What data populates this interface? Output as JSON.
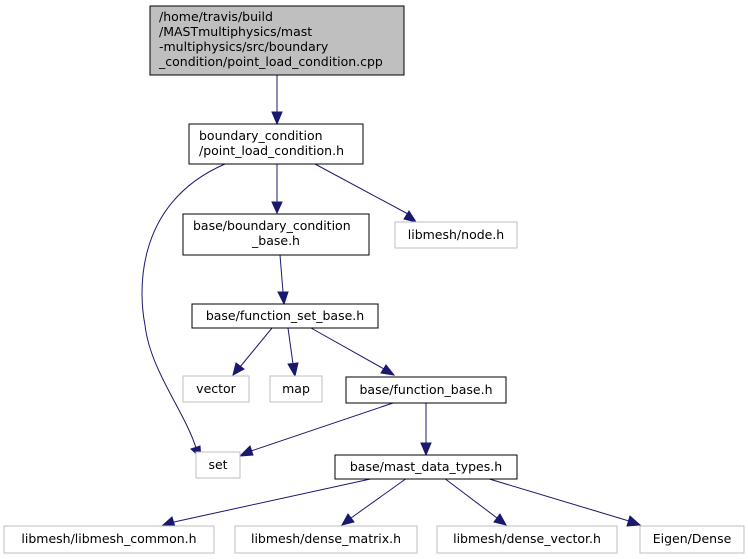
{
  "nodes": {
    "root": {
      "lines": [
        "/home/travis/build",
        "/MASTmultiphysics/mast",
        "-multiphysics/src/boundary",
        "_condition/point_load_condition.cpp"
      ]
    },
    "point_load_h": {
      "lines": [
        "boundary_condition",
        "/point_load_condition.h"
      ]
    },
    "bc_base_h": {
      "lines": [
        "base/boundary_condition",
        "_base.h"
      ]
    },
    "node_h": {
      "lines": [
        "libmesh/node.h"
      ]
    },
    "function_set_base_h": {
      "lines": [
        "base/function_set_base.h"
      ]
    },
    "vector": {
      "lines": [
        "vector"
      ]
    },
    "map": {
      "lines": [
        "map"
      ]
    },
    "function_base_h": {
      "lines": [
        "base/function_base.h"
      ]
    },
    "set": {
      "lines": [
        "set"
      ]
    },
    "mast_data_types_h": {
      "lines": [
        "base/mast_data_types.h"
      ]
    },
    "libmesh_common_h": {
      "lines": [
        "libmesh/libmesh_common.h"
      ]
    },
    "dense_matrix_h": {
      "lines": [
        "libmesh/dense_matrix.h"
      ]
    },
    "dense_vector_h": {
      "lines": [
        "libmesh/dense_vector.h"
      ]
    },
    "eigen_dense": {
      "lines": [
        "Eigen/Dense"
      ]
    }
  },
  "colors": {
    "edge": "#191970",
    "root_fill": "#bfbfbf",
    "external_border": "#bfbfbf",
    "internal_border": "#000000"
  }
}
